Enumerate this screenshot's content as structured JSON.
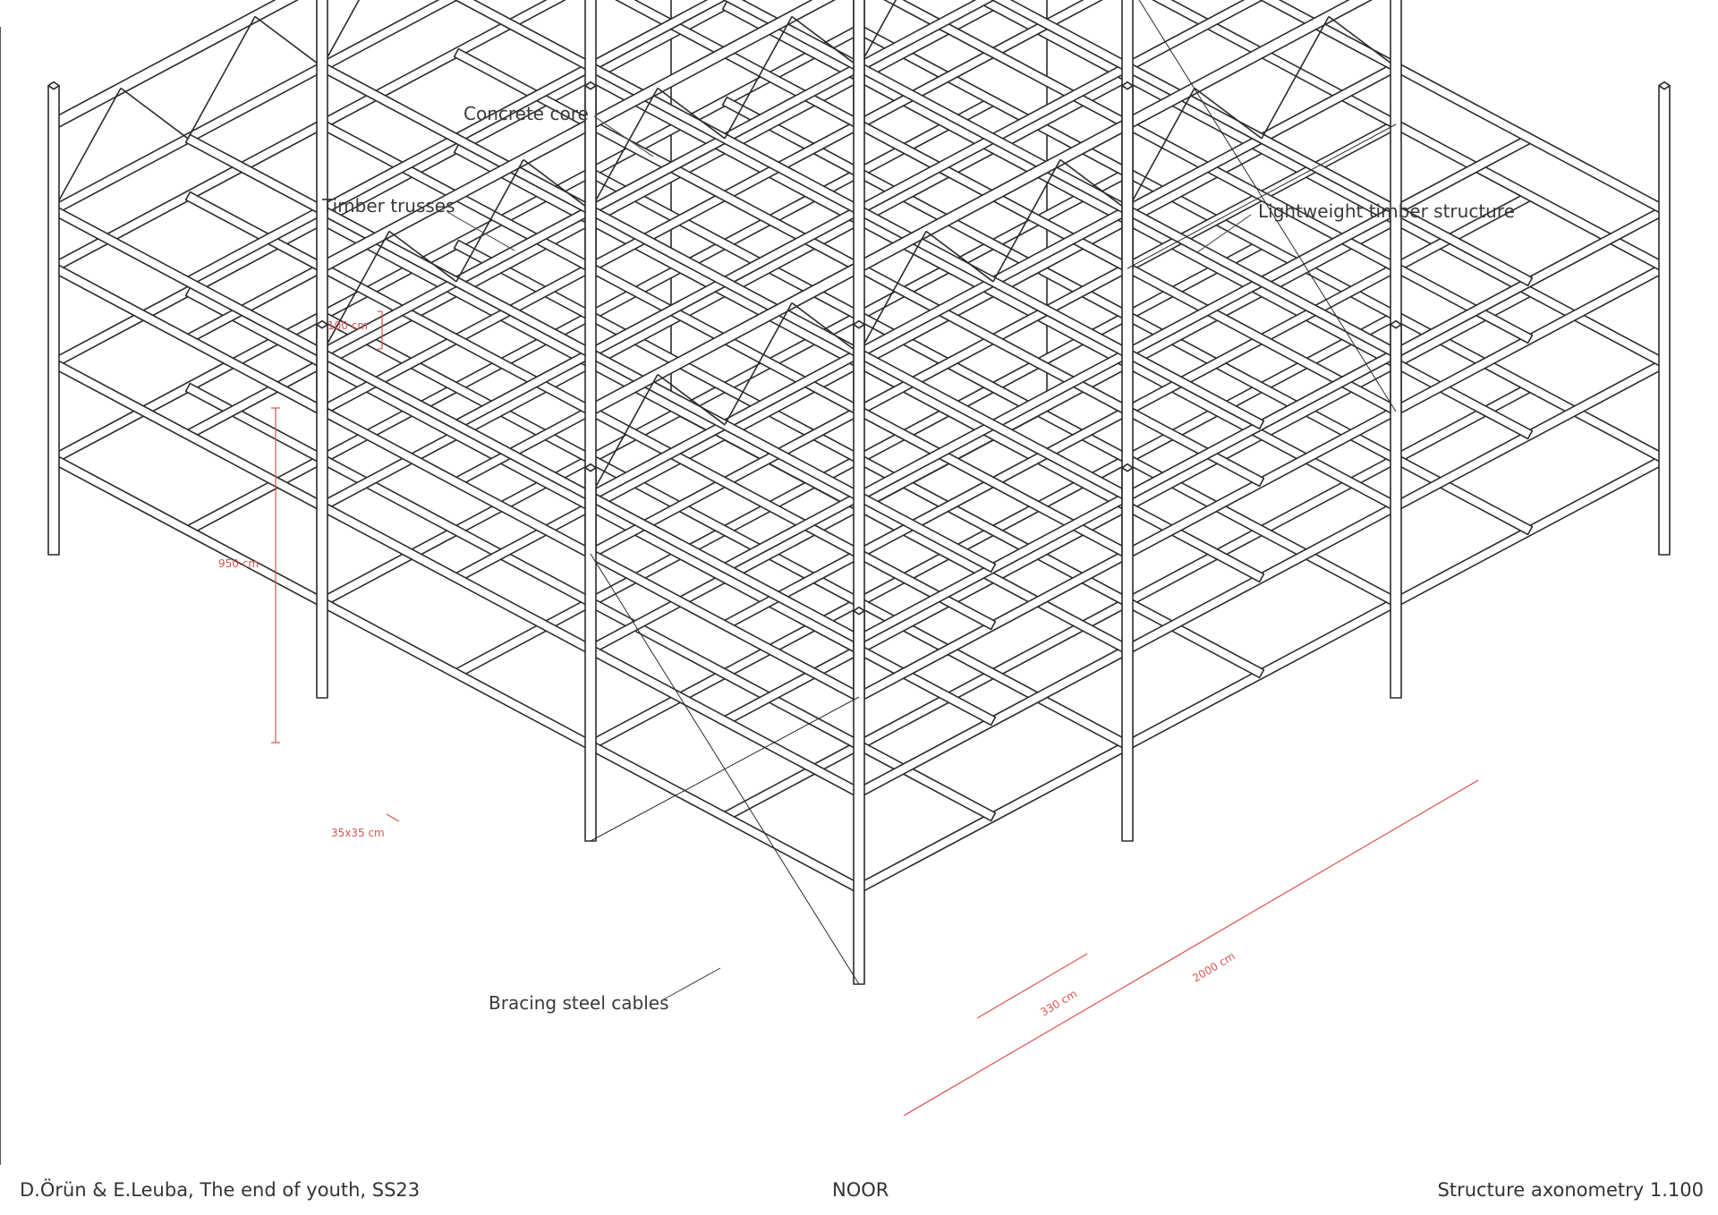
{
  "labels": {
    "concrete_core": "Concrete core",
    "timber_trusses": "Timber trusses",
    "lightweight_timber": "Lightweight timber structure",
    "bracing_cables": "Bracing steel cables"
  },
  "dimensions": {
    "truss_depth": "100 cm",
    "height": "950 cm",
    "column_section": "35x35 cm",
    "bay": "330 cm",
    "length": "2000 cm"
  },
  "footer": {
    "left": "D.Örün & E.Leuba, The end of youth, SS23",
    "center": "NOOR",
    "right": "Structure axonometry 1.100"
  },
  "colors": {
    "line": "#2b2b2b",
    "leader": "#555555",
    "dimension": "#d9534f"
  }
}
